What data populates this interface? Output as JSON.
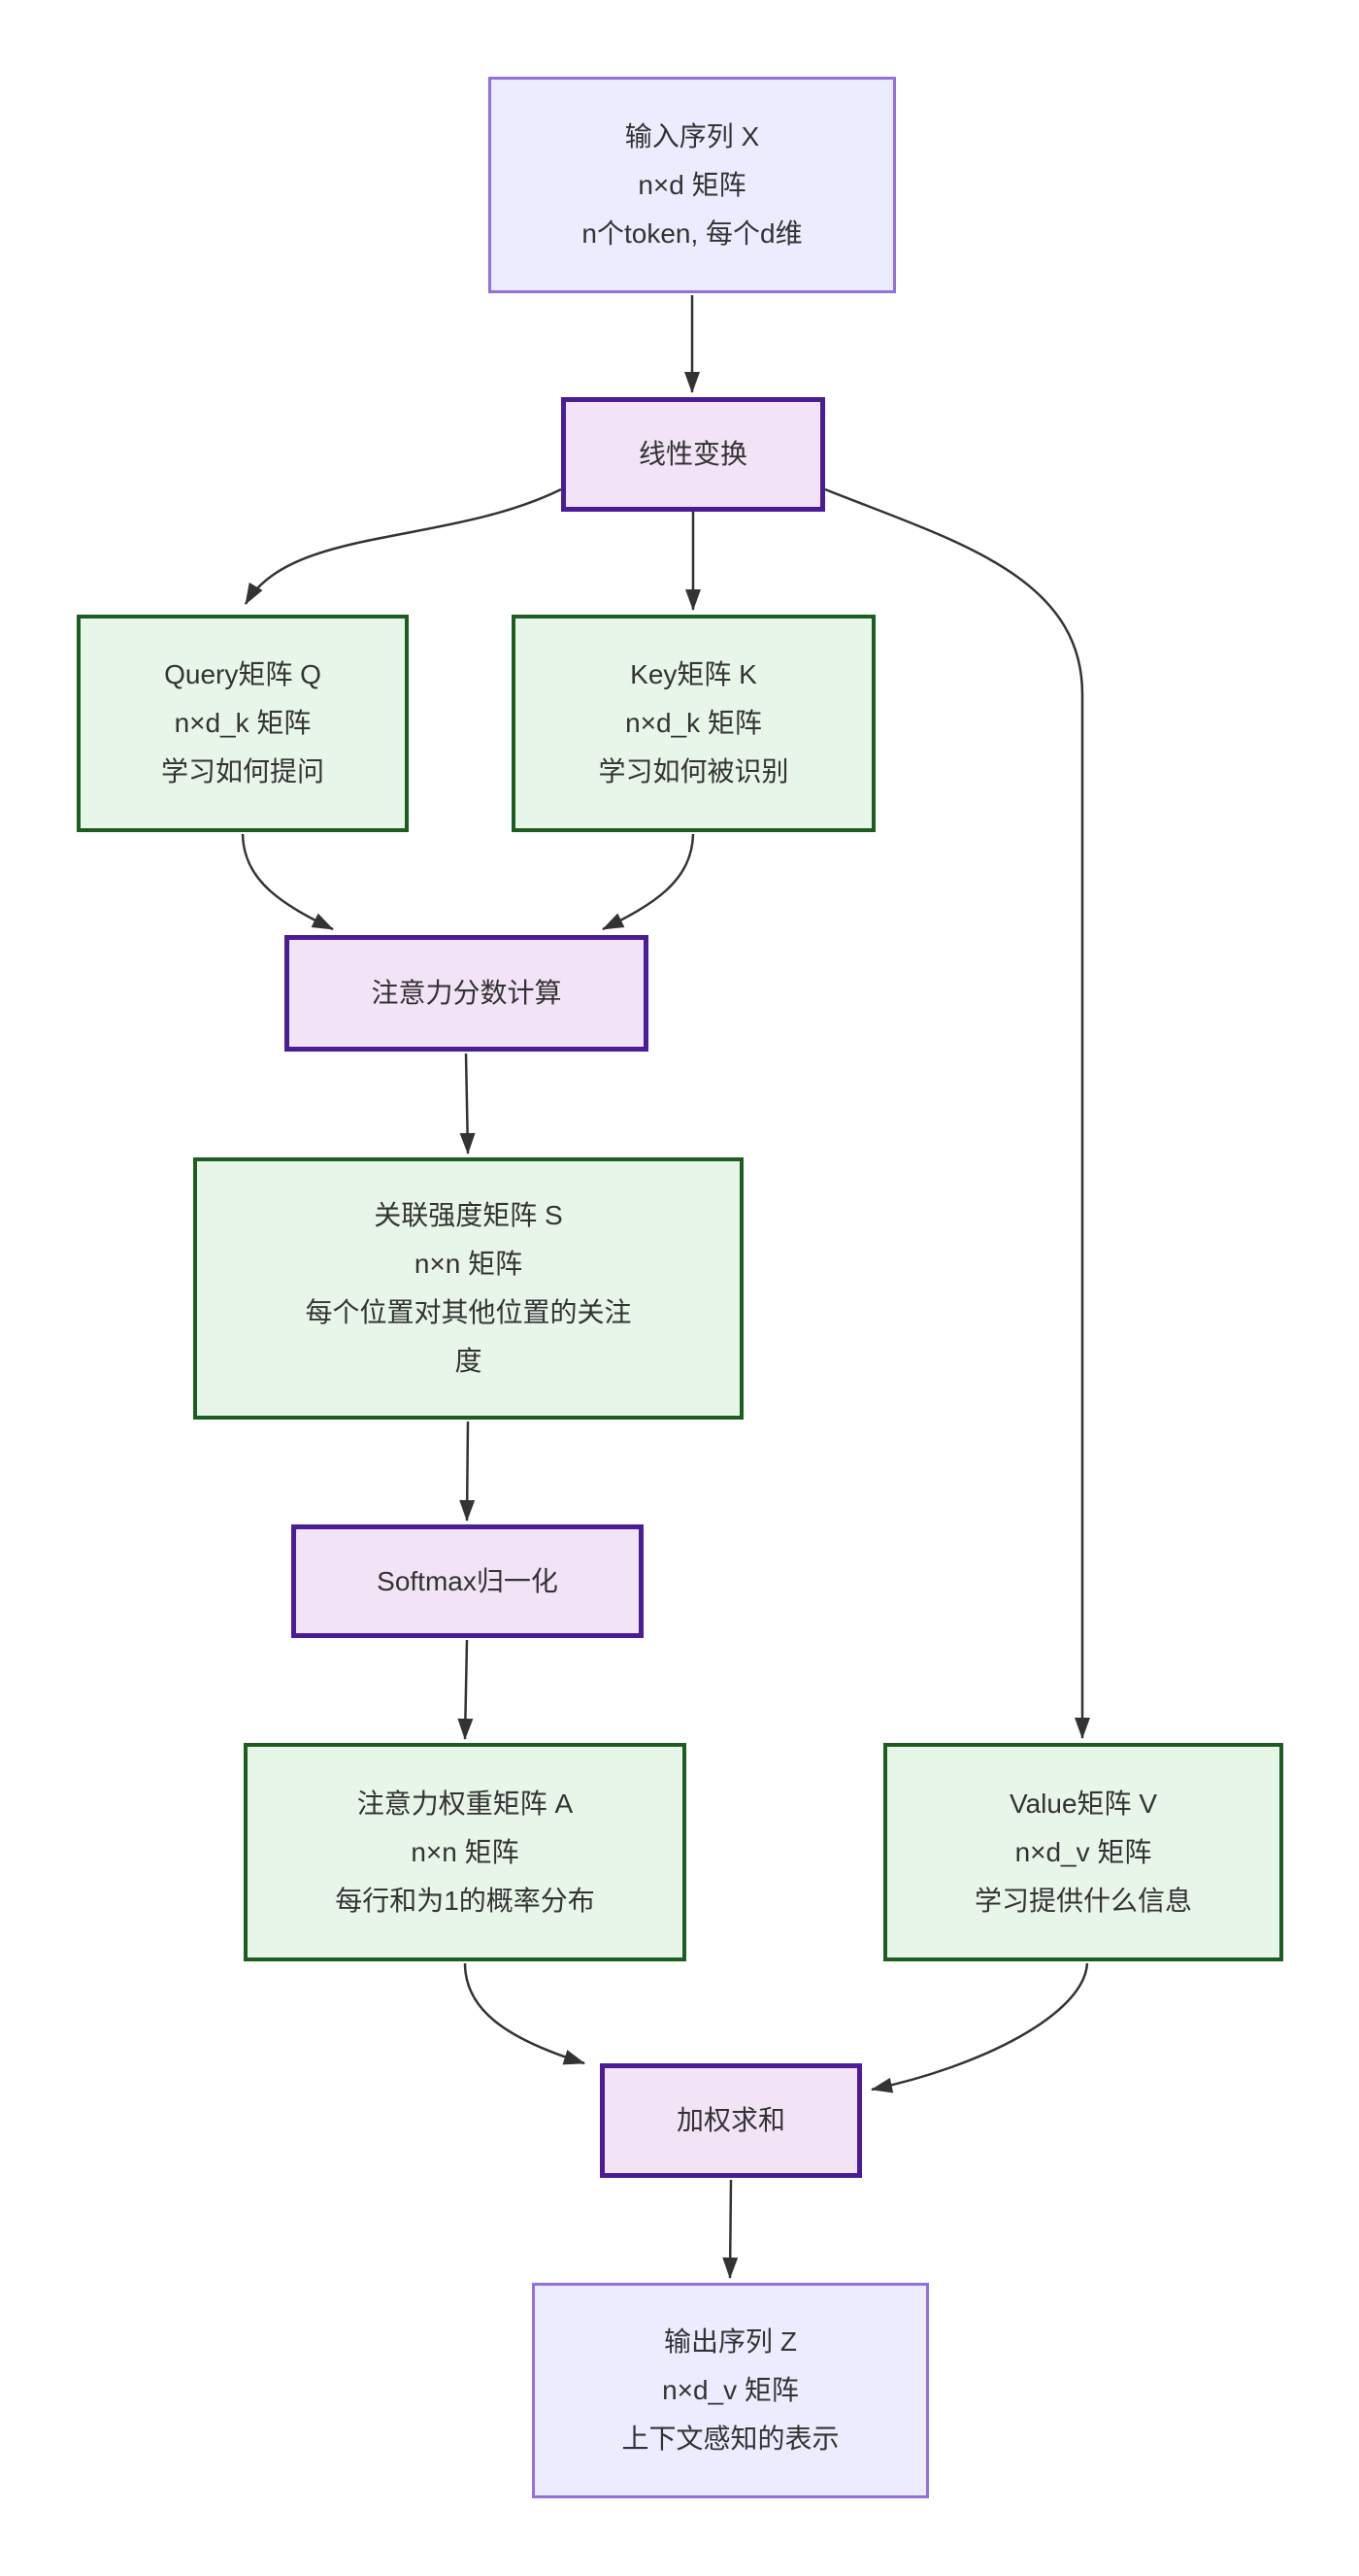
{
  "diagram": {
    "title": "",
    "colors": {
      "edge": "#333333",
      "text": "#333333",
      "lavender_fill": "#ECECFF",
      "lavender_border": "#9370DB",
      "process_fill": "#F2E3F7",
      "process_border": "#4A1D96",
      "matrix_fill": "#E8F5E9",
      "matrix_border": "#1B5E20",
      "background": "#FFFFFF"
    },
    "nodes": {
      "input_x": {
        "lines": [
          "输入序列 X",
          "n×d 矩阵",
          "n个token, 每个d维"
        ]
      },
      "linear": {
        "lines": [
          "线性变换"
        ]
      },
      "query": {
        "lines": [
          "Query矩阵 Q",
          "n×d_k 矩阵",
          "学习如何提问"
        ]
      },
      "key": {
        "lines": [
          "Key矩阵 K",
          "n×d_k 矩阵",
          "学习如何被识别"
        ]
      },
      "attn_score": {
        "lines": [
          "注意力分数计算"
        ]
      },
      "s_matrix": {
        "lines": [
          "关联强度矩阵 S",
          "n×n 矩阵",
          "每个位置对其他位置的关注度"
        ]
      },
      "softmax": {
        "lines": [
          "Softmax归一化"
        ]
      },
      "a_matrix": {
        "lines": [
          "注意力权重矩阵 A",
          "n×n 矩阵",
          "每行和为1的概率分布"
        ]
      },
      "value": {
        "lines": [
          "Value矩阵 V",
          "n×d_v 矩阵",
          "学习提供什么信息"
        ]
      },
      "weighted_sum": {
        "lines": [
          "加权求和"
        ]
      },
      "output_z": {
        "lines": [
          "输出序列 Z",
          "n×d_v 矩阵",
          "上下文感知的表示"
        ]
      }
    },
    "edges": [
      {
        "from": "input_x",
        "to": "linear"
      },
      {
        "from": "linear",
        "to": "query"
      },
      {
        "from": "linear",
        "to": "key"
      },
      {
        "from": "linear",
        "to": "value"
      },
      {
        "from": "query",
        "to": "attn_score"
      },
      {
        "from": "key",
        "to": "attn_score"
      },
      {
        "from": "attn_score",
        "to": "s_matrix"
      },
      {
        "from": "s_matrix",
        "to": "softmax"
      },
      {
        "from": "softmax",
        "to": "a_matrix"
      },
      {
        "from": "a_matrix",
        "to": "weighted_sum"
      },
      {
        "from": "value",
        "to": "weighted_sum"
      },
      {
        "from": "weighted_sum",
        "to": "output_z"
      }
    ]
  }
}
